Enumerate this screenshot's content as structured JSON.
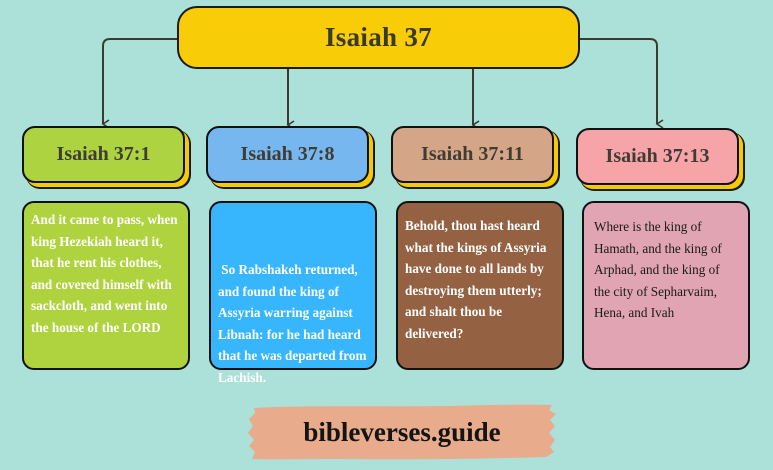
{
  "title": {
    "label": "Isaiah 37",
    "color": "#f9cc08"
  },
  "verses": [
    {
      "reference": "Isaiah 37:1",
      "header_color": "#aed340",
      "text": "And it came to pass, when king Hezekiah heard it, that he rent his clothes, and covered himself with sackcloth, and went into the house of the LORD",
      "text_box_color": "#afd33f",
      "text_color": "#ffffff"
    },
    {
      "reference": "Isaiah 37:8",
      "header_color": "#77b7f0",
      "text": " So Rabshakeh returned, and found the king of Assyria warring against Libnah: for he had heard that he was departed from Lachish.",
      "text_box_color": "#37b6fd",
      "text_color": "#ffffff"
    },
    {
      "reference": "Isaiah 37:11",
      "header_color": "#d4a587",
      "text": "Behold, thou hast heard what the kings of Assyria have done to all lands by destroying them utterly; and shalt thou be delivered?",
      "text_box_color": "#946243",
      "text_color": "#ffffff"
    },
    {
      "reference": "Isaiah 37:13",
      "header_color": "#f7a4a8",
      "text": "Where is the king of Hamath, and the king of Arphad, and the king of the city of Sepharvaim, Hena, and Ivah",
      "text_box_color": "#e0a4b2",
      "text_color": "#1a1a1a"
    }
  ],
  "footer": {
    "site": "bibleverses.guide",
    "brush_color": "#e8ab8c"
  },
  "colors": {
    "background": "#abe1d9",
    "connector": "#3a3a32",
    "shadow": "#f6c905"
  }
}
